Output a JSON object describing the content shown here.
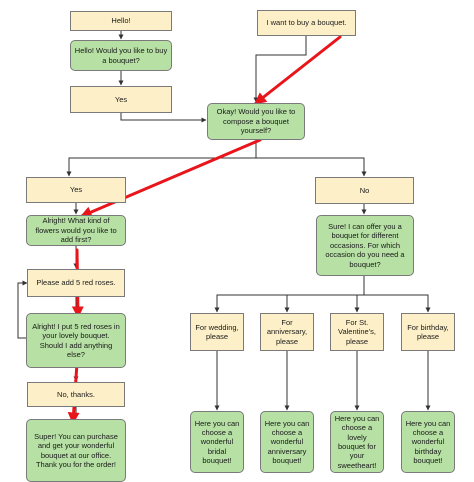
{
  "colors": {
    "user_fill": "#fdf0c8",
    "bot_fill": "#b6e0a4",
    "connector": "#333333",
    "highlight_arrow": "#e8151b"
  },
  "nodes": {
    "hello": "Hello!",
    "want_bouquet": "I want to buy a bouquet.",
    "bot_greeting": "Hello! Would you like to buy a bouquet?",
    "yes_top": "Yes",
    "bot_compose": "Okay! Would you like to compose a bouquet yourself?",
    "yes_branch": "Yes",
    "no_branch": "No",
    "bot_flowers": "Alright! What kind of flowers would you like to add first?",
    "bot_occasions": "Sure! I can offer you a bouquet for different occasions. For which occasion do you need a bouquet?",
    "add_roses": "Please add 5 red roses.",
    "bot_roses_added": "Alright! I put 5 red roses in your lovely bouquet. Should I add anything else?",
    "no_thanks": "No, thanks.",
    "bot_purchase": "Super! You can purchase and get your wonderful bouquet at our office. Thank you for the order!",
    "occ_wedding": "For wedding, please",
    "occ_anniversary": "For anniversary, please",
    "occ_valentine": "For St. Valentine's, please",
    "occ_birthday": "For birthday, please",
    "res_wedding": "Here you can choose a wonderful bridal bouquet!",
    "res_anniversary": "Here you can choose a wonderful anniversary bouquet!",
    "res_valentine": "Here you can choose a lovely bouquet for your sweetheart!",
    "res_birthday": "Here you can choose a wonderful birthday bouquet!"
  }
}
